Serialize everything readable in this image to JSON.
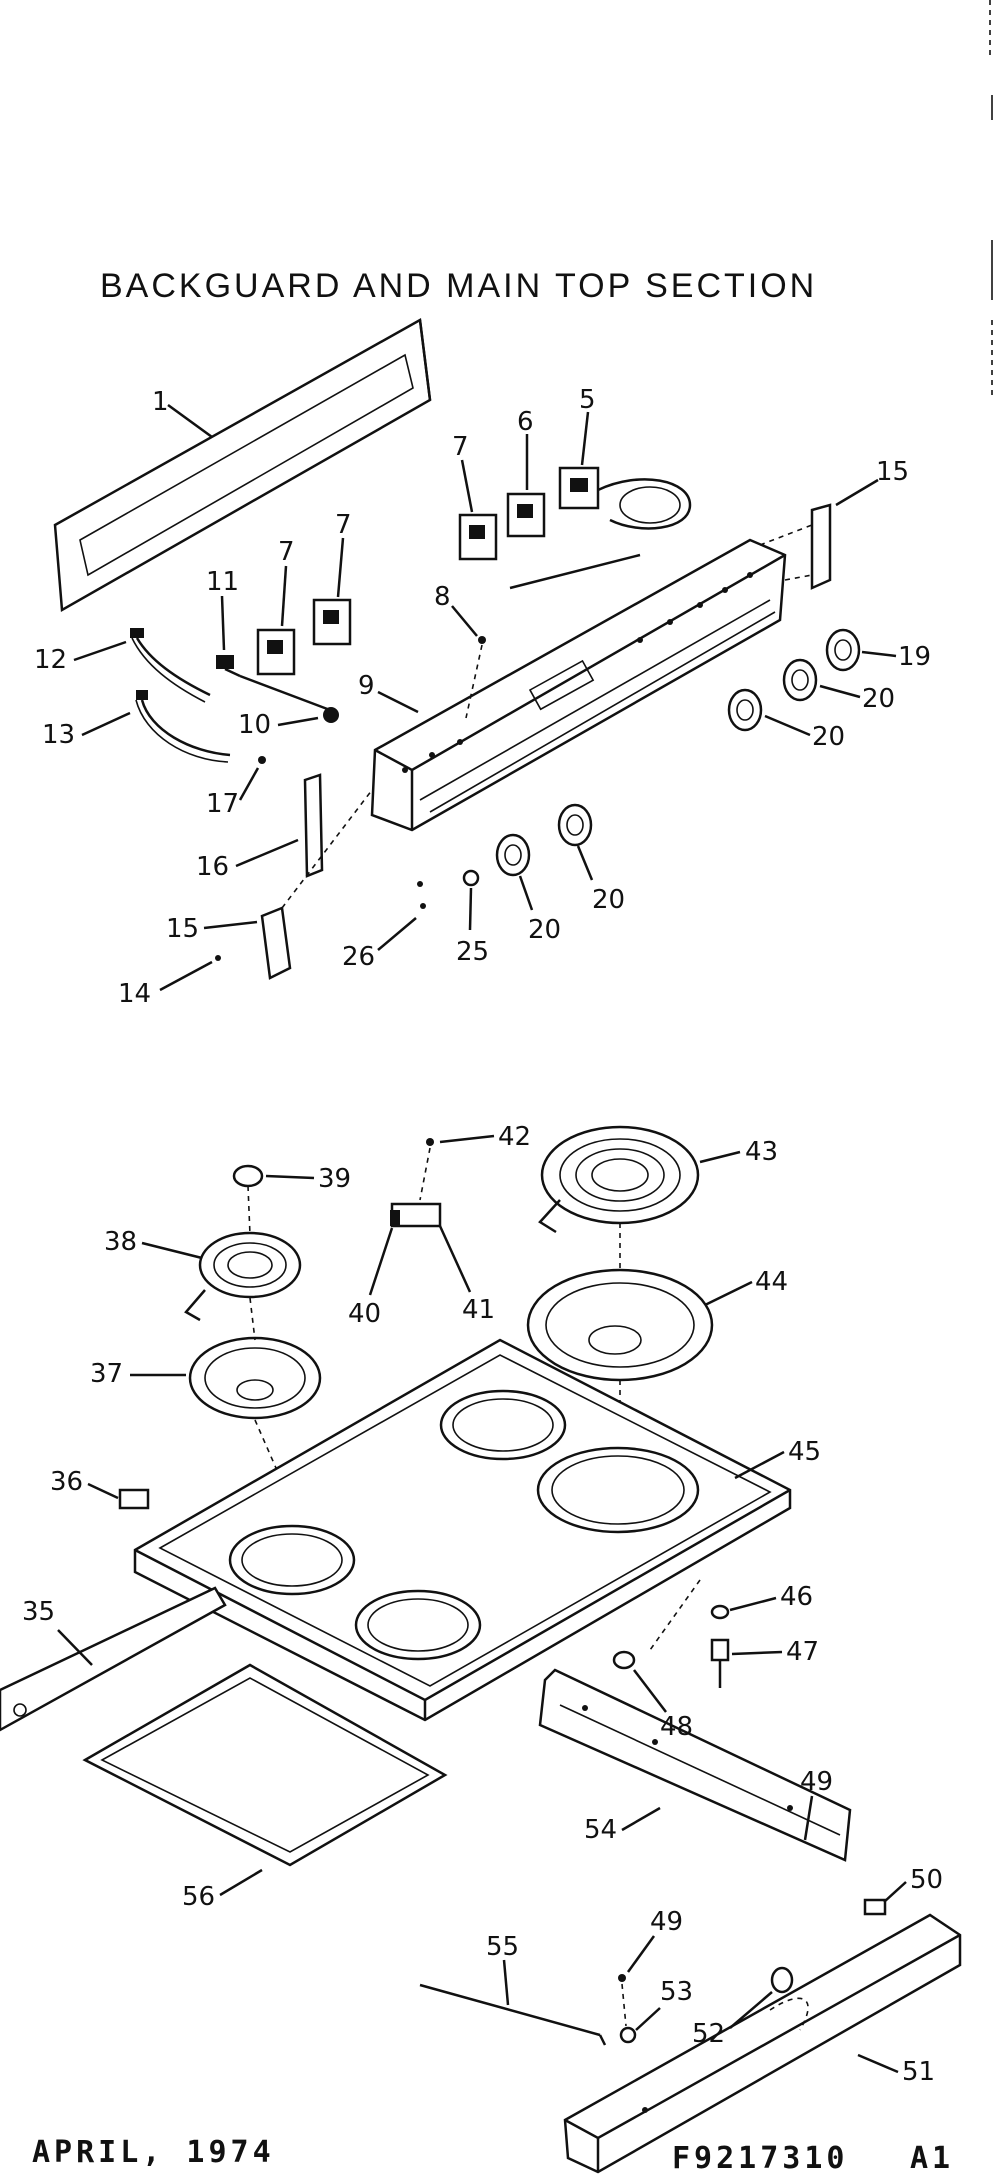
{
  "title": "BACKGUARD AND MAIN TOP SECTION",
  "footer": {
    "date": "APRIL, 1974",
    "code": "F9217310",
    "rev": "A1"
  },
  "labels": {
    "l1": "1",
    "l5": "5",
    "l6": "6",
    "l7a": "7",
    "l7b": "7",
    "l7c": "7",
    "l8": "8",
    "l9": "9",
    "l10": "10",
    "l11": "11",
    "l12": "12",
    "l13": "13",
    "l14": "14",
    "l15a": "15",
    "l15b": "15",
    "l16": "16",
    "l17": "17",
    "l19": "19",
    "l20a": "20",
    "l20b": "20",
    "l20c": "20",
    "l20d": "20",
    "l25": "25",
    "l26": "26",
    "l35": "35",
    "l36": "36",
    "l37": "37",
    "l38": "38",
    "l39": "39",
    "l40": "40",
    "l41": "41",
    "l42": "42",
    "l43": "43",
    "l44": "44",
    "l45": "45",
    "l46": "46",
    "l47": "47",
    "l48": "48",
    "l49a": "49",
    "l49b": "49",
    "l50": "50",
    "l51": "51",
    "l52": "52",
    "l53": "53",
    "l54": "54",
    "l55": "55",
    "l56": "56"
  }
}
